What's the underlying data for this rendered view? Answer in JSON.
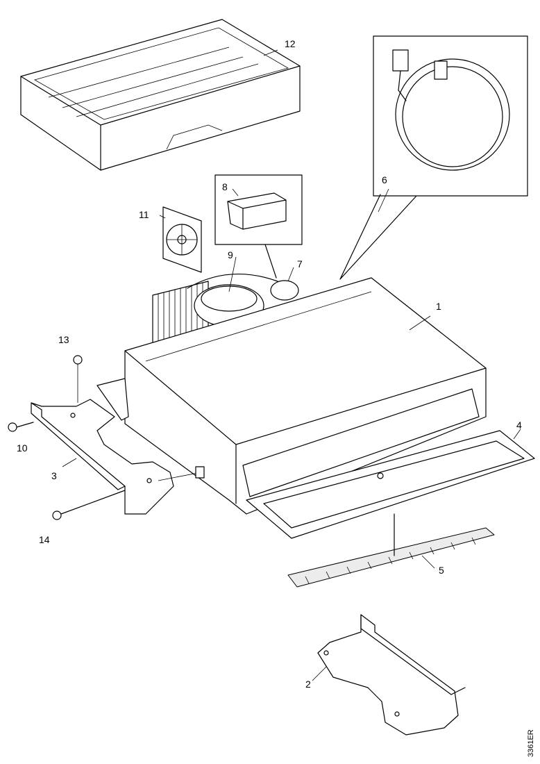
{
  "diagram": {
    "drawing_code": "3361ER",
    "labels": {
      "p1": "1",
      "p2": "2",
      "p3": "3",
      "p4": "4",
      "p5": "5",
      "p6": "6",
      "p7": "7",
      "p8": "8",
      "p9": "9",
      "p10": "10",
      "p11": "11",
      "p12": "12",
      "p13": "13",
      "p14": "14"
    }
  }
}
